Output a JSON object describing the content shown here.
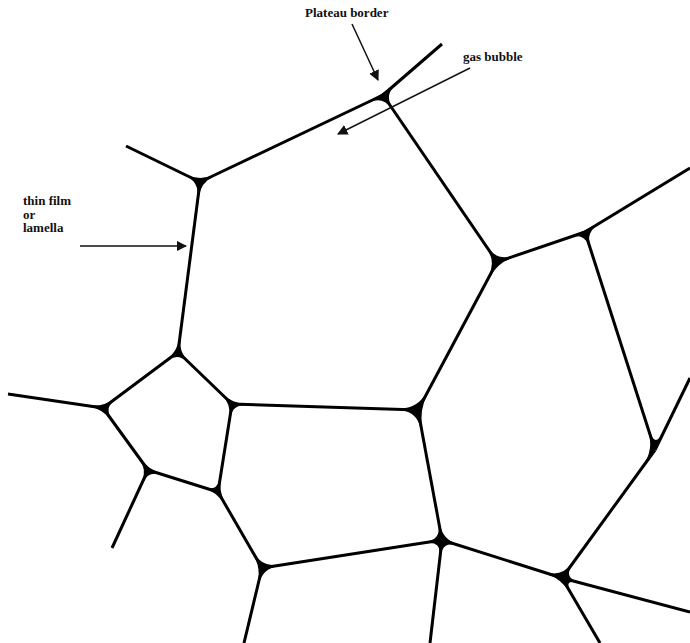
{
  "diagram": {
    "labels": [
      "Plateau border",
      "gas bubble",
      "thin film or lamella"
    ]
  }
}
